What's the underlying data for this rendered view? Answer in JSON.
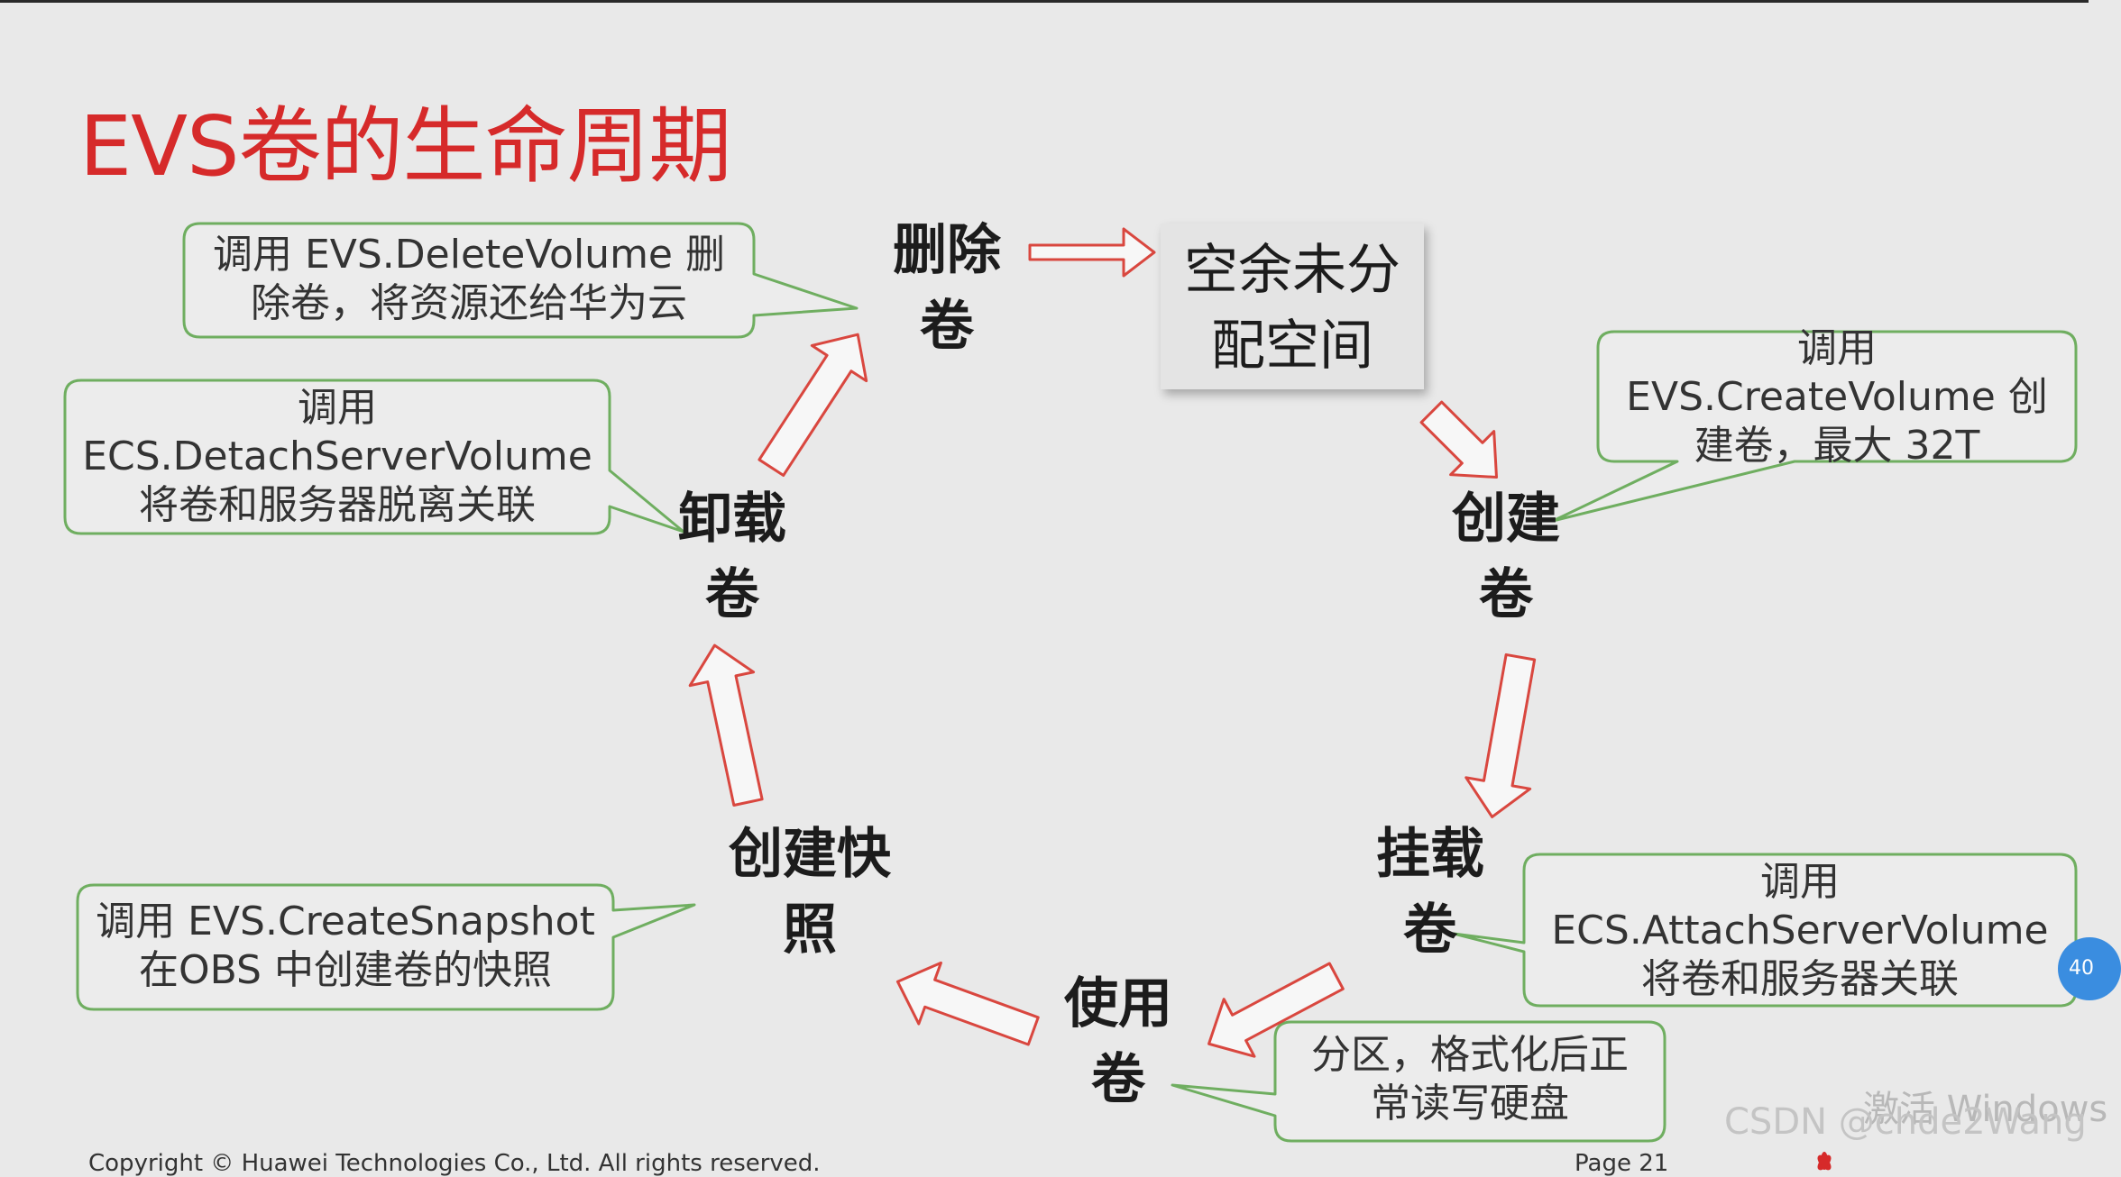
{
  "title": "EVS卷的生命周期",
  "stages": {
    "unallocated": [
      "空余未分",
      "配空间"
    ],
    "create": [
      "创建",
      "卷"
    ],
    "attach": [
      "挂载",
      "卷"
    ],
    "use": [
      "使用",
      "卷"
    ],
    "snapshot": [
      "创建快",
      "照"
    ],
    "detach": [
      "卸载",
      "卷"
    ],
    "delete": [
      "删除",
      "卷"
    ]
  },
  "notes": {
    "delete": [
      "调用 EVS.DeleteVolume 删",
      "除卷，将资源还给华为云"
    ],
    "detach": [
      "调用",
      "ECS.DetachServerVolume",
      "将卷和服务器脱离关联"
    ],
    "create": [
      "调用",
      "EVS.CreateVolume 创",
      "建卷，最大 32T"
    ],
    "attach": [
      "调用",
      "ECS.AttachServerVolume",
      "将卷和服务器关联"
    ],
    "use": [
      "分区，格式化后正",
      "常读写硬盘"
    ],
    "snapshot": [
      "调用 EVS.CreateSnapshot",
      "在OBS 中创建卷的快照"
    ]
  },
  "footer": "Copyright © Huawei Technologies Co., Ltd. All rights reserved.",
  "page": "Page 21",
  "watermark": "CSDN @chde2Wang",
  "activate": "激活 Windows",
  "badge": "40",
  "colors": {
    "title": "#d62a2a",
    "arrow": "#d9473f",
    "note_border": "#6fae60",
    "text": "#1c1c1c"
  }
}
